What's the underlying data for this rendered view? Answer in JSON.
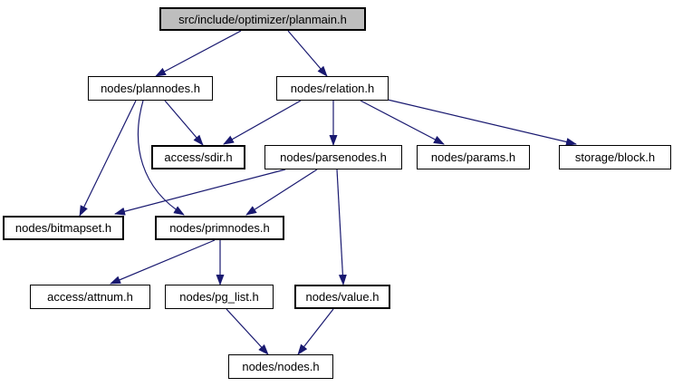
{
  "diagram": {
    "kind": "include-dependency-graph",
    "colors": {
      "background": "#ffffff",
      "node_fill": "#ffffff",
      "root_fill": "#bebebe",
      "border": "#000000",
      "edge": "#191970",
      "text": "#000000"
    },
    "nodes": [
      {
        "id": "planmain",
        "label": "src/include/optimizer/planmain.h",
        "emphasis": "root"
      },
      {
        "id": "plannodes",
        "label": "nodes/plannodes.h"
      },
      {
        "id": "relation",
        "label": "nodes/relation.h"
      },
      {
        "id": "sdir",
        "label": "access/sdir.h",
        "bold_border": true
      },
      {
        "id": "parsenodes",
        "label": "nodes/parsenodes.h"
      },
      {
        "id": "params",
        "label": "nodes/params.h"
      },
      {
        "id": "block",
        "label": "storage/block.h"
      },
      {
        "id": "bitmapset",
        "label": "nodes/bitmapset.h",
        "bold_border": true
      },
      {
        "id": "primnodes",
        "label": "nodes/primnodes.h",
        "bold_border": true
      },
      {
        "id": "attnum",
        "label": "access/attnum.h"
      },
      {
        "id": "pg_list",
        "label": "nodes/pg_list.h"
      },
      {
        "id": "value",
        "label": "nodes/value.h",
        "bold_border": true
      },
      {
        "id": "nodes",
        "label": "nodes/nodes.h"
      }
    ],
    "edges": [
      {
        "from": "planmain",
        "to": "plannodes"
      },
      {
        "from": "planmain",
        "to": "relation"
      },
      {
        "from": "plannodes",
        "to": "sdir"
      },
      {
        "from": "plannodes",
        "to": "bitmapset"
      },
      {
        "from": "plannodes",
        "to": "primnodes"
      },
      {
        "from": "relation",
        "to": "sdir"
      },
      {
        "from": "relation",
        "to": "parsenodes"
      },
      {
        "from": "relation",
        "to": "params"
      },
      {
        "from": "relation",
        "to": "block"
      },
      {
        "from": "parsenodes",
        "to": "bitmapset"
      },
      {
        "from": "parsenodes",
        "to": "primnodes"
      },
      {
        "from": "parsenodes",
        "to": "value"
      },
      {
        "from": "primnodes",
        "to": "attnum"
      },
      {
        "from": "primnodes",
        "to": "pg_list"
      },
      {
        "from": "pg_list",
        "to": "nodes"
      },
      {
        "from": "value",
        "to": "nodes"
      }
    ]
  }
}
